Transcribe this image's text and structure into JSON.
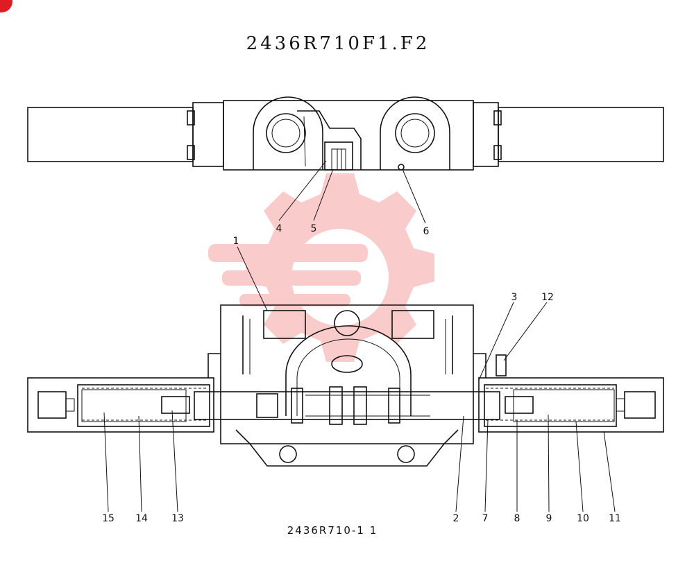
{
  "drawing": {
    "title": "2436R710F1.F2",
    "subtitle": "2436R710-1 1",
    "watermark_color": "#f04848",
    "corner_badge_color": "#e01b24"
  },
  "callouts": {
    "c1": "1",
    "c2": "2",
    "c3": "3",
    "c4": "4",
    "c5": "5",
    "c6": "6",
    "c7": "7",
    "c8": "8",
    "c9": "9",
    "c10": "10",
    "c11": "11",
    "c12": "12",
    "c13": "13",
    "c14": "14",
    "c15": "15"
  }
}
